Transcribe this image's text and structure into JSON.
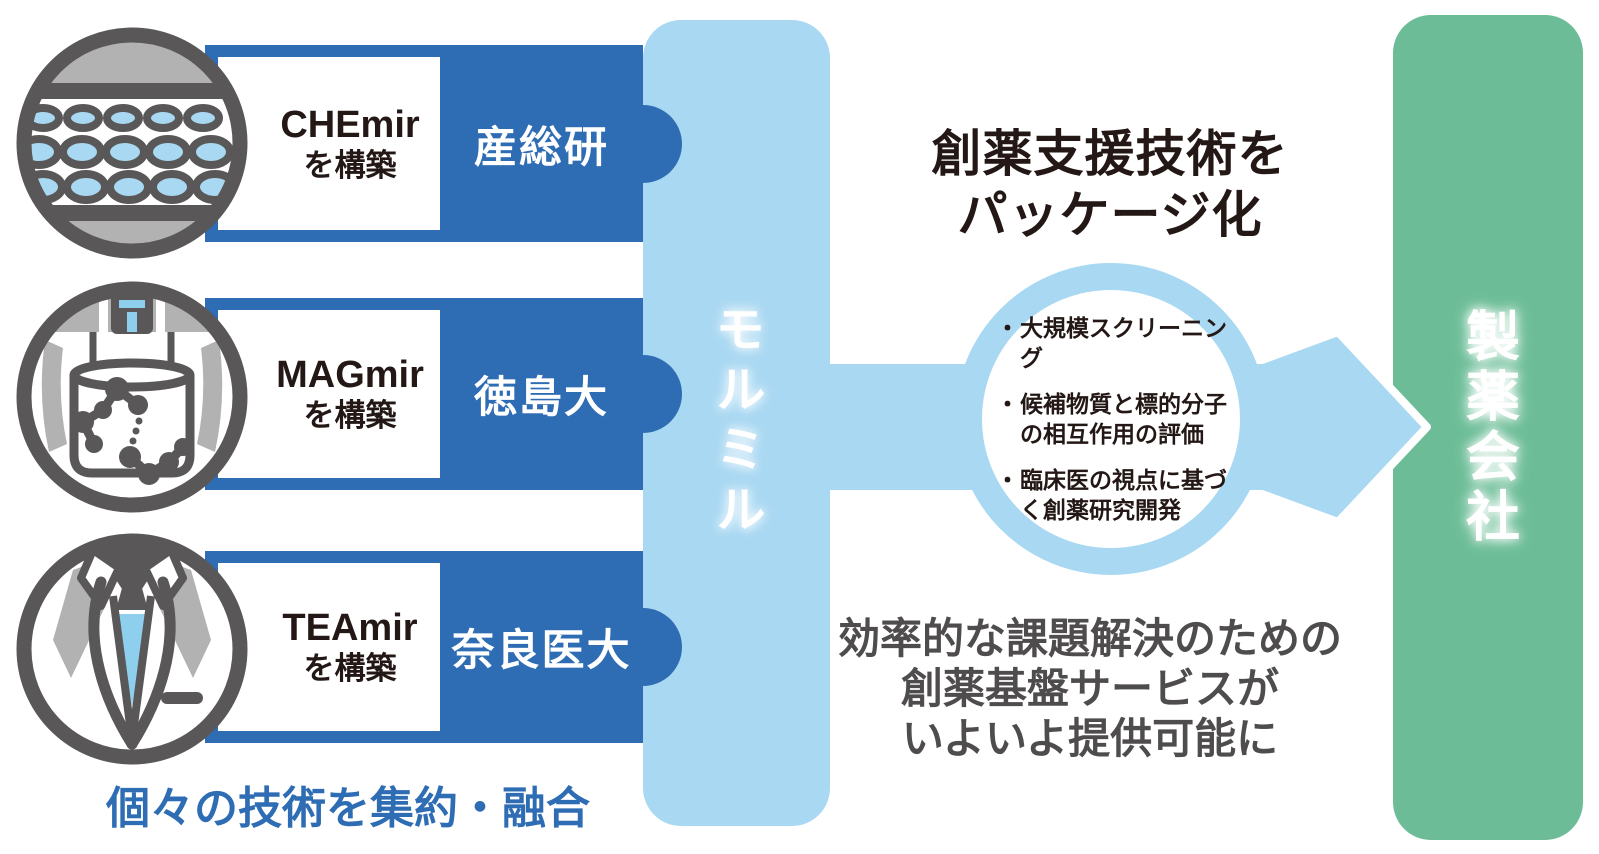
{
  "colors": {
    "dark_blue": "#2e6cb4",
    "light_blue": "#a9d8f2",
    "green": "#6cbd97",
    "headline_black": "#231815",
    "caption_gray": "#4f4c4d",
    "icon_dark_gray": "#595757",
    "icon_light_gray": "#b2b2b2",
    "icon_accent_blue": "#8ecfee"
  },
  "rows": [
    {
      "icon": "microplate-icon",
      "tech_name": "CHEmir",
      "tech_suffix": "を構築",
      "org": "産総研"
    },
    {
      "icon": "sample-container-icon",
      "tech_name": "MAGmir",
      "tech_suffix": "を構築",
      "org": "徳島大"
    },
    {
      "icon": "clinician-icon",
      "tech_name": "TEAmir",
      "tech_suffix": "を構築",
      "org": "奈良医大"
    }
  ],
  "left_caption": "個々の技術を集約・融合",
  "pipeline_bar": {
    "label": "モルミル"
  },
  "headline": {
    "line1": "創薬支援技術を",
    "line2": "パッケージ化"
  },
  "center_circle": {
    "bullet_char": "・",
    "items": [
      "大規模スクリーニング",
      "候補物質と標的分子の相互作用の評価",
      "臨床医の視点に基づく創薬研究開発"
    ]
  },
  "bottom_caption": {
    "line1": "効率的な課題解決のための",
    "line2": "創薬基盤サービスが",
    "line3": "いよいよ提供可能に"
  },
  "target": {
    "label": "製薬会社"
  }
}
